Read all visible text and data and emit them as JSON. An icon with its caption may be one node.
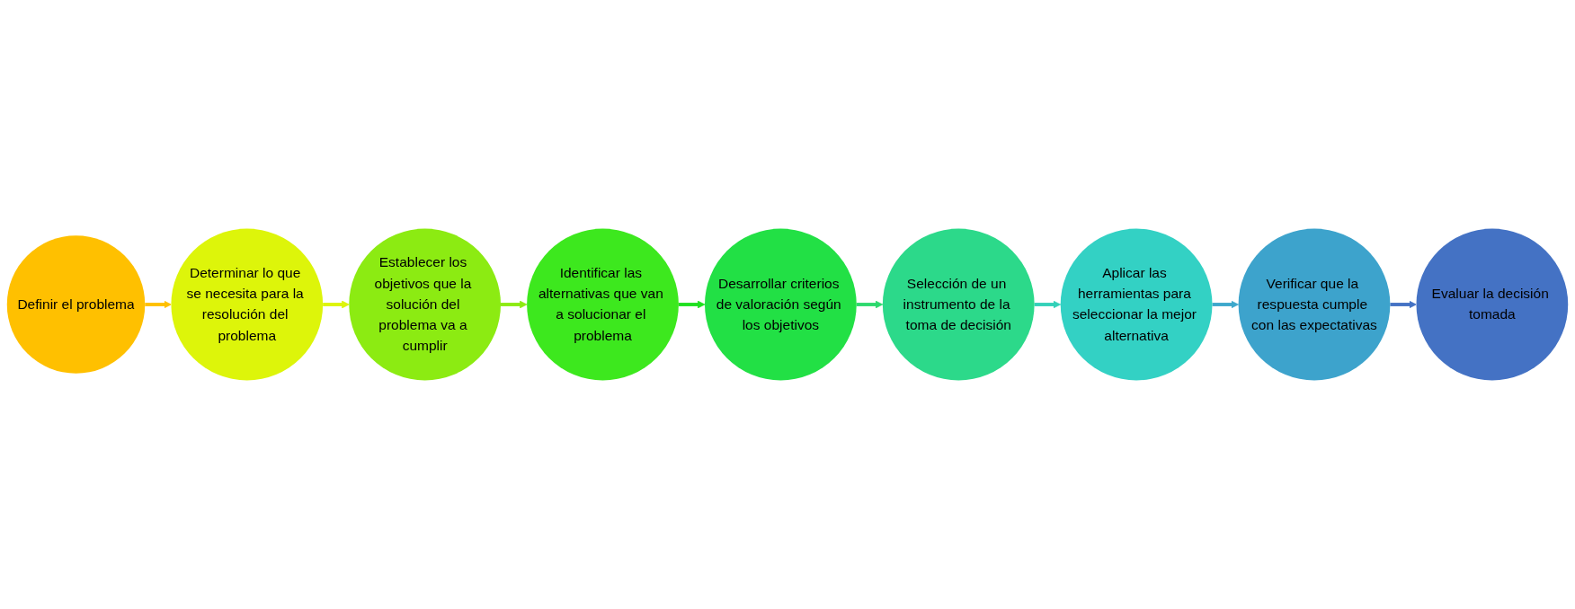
{
  "diagram": {
    "nodes": [
      {
        "text": [
          "Definir el problema"
        ]
      },
      {
        "text": [
          "Determinar lo que se necesita para la resolución del problema"
        ]
      },
      {
        "text": [
          "Establecer los objetivos que la solución del problema va a cumplir"
        ]
      },
      {
        "text": [
          "Identificar las alternativas que van a solucionar el problema"
        ]
      },
      {
        "text": [
          "Desarrollar criterios de valoración según los objetivos"
        ]
      },
      {
        "text": [
          "Selección de un instrumento de la toma de decisión"
        ]
      },
      {
        "text": [
          "Aplicar las herramientas para seleccionar la mejor alternativa"
        ]
      },
      {
        "text": [
          "Verificar que la respuesta cumple con las expectativas"
        ]
      },
      {
        "text": [
          "Evaluar la decisión tomada"
        ]
      }
    ],
    "edges": [
      {
        "from": 0,
        "to": 1,
        "arrow": "to",
        "color": "#ffc000"
      },
      {
        "from": 1,
        "to": 2,
        "arrow": "to",
        "color": "#ddf50a"
      },
      {
        "from": 2,
        "to": 3,
        "arrow": "to",
        "color": "#8ceb12"
      },
      {
        "from": 3,
        "to": 4,
        "arrow": "to",
        "color": "#1fe01f"
      },
      {
        "from": 4,
        "to": 5,
        "arrow": "to",
        "color": "#2ed96e"
      },
      {
        "from": 5,
        "to": 6,
        "arrow": "to",
        "color": "#33d1b8"
      },
      {
        "from": 6,
        "to": 7,
        "arrow": "to",
        "color": "#3da8cc"
      },
      {
        "from": 7,
        "to": 8,
        "arrow": "to",
        "color": "#4472c4"
      }
    ]
  }
}
